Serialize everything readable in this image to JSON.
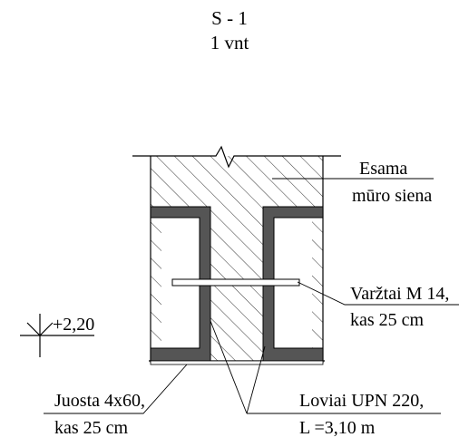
{
  "title": {
    "mark": "S - 1",
    "quantity": "1 vnt"
  },
  "level": {
    "value": "+2,20"
  },
  "labels": {
    "wall_line1": "Esama",
    "wall_line2": "mūro siena",
    "bolts_line1": "Varžtai M 14,",
    "bolts_line2": "kas 25 cm",
    "strip_line1": "Juosta 4x60,",
    "strip_line2": "kas 25 cm",
    "channels_line1": "Loviai UPN 220,",
    "channels_line2": "L =3,10 m"
  },
  "colors": {
    "steel_fill": "#555555",
    "line": "#000000",
    "background": "#ffffff"
  }
}
